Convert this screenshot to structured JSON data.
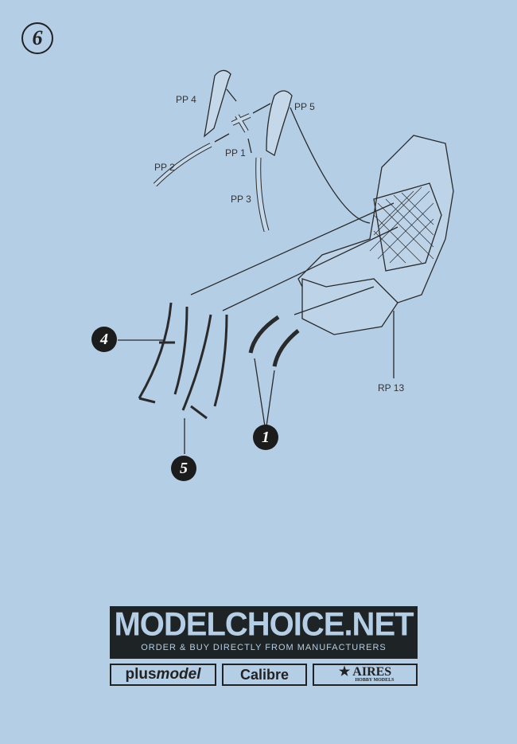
{
  "step_number": "6",
  "part_labels": {
    "pp1": "PP 1",
    "pp2": "PP 2",
    "pp3": "PP 3",
    "pp4": "PP 4",
    "pp5": "PP 5",
    "rp13": "RP 13"
  },
  "callouts": [
    "4",
    "5",
    "1"
  ],
  "footer": {
    "banner_title": "MODELCHOICE.NET",
    "banner_subtitle": "ORDER & BUY DIRECTLY FROM MANUFACTURERS",
    "logos": {
      "plus": "plus",
      "model": "model",
      "calibre": "Calibre",
      "aires": "AIRES",
      "aires_sub": "HOBBY MODELS"
    }
  }
}
